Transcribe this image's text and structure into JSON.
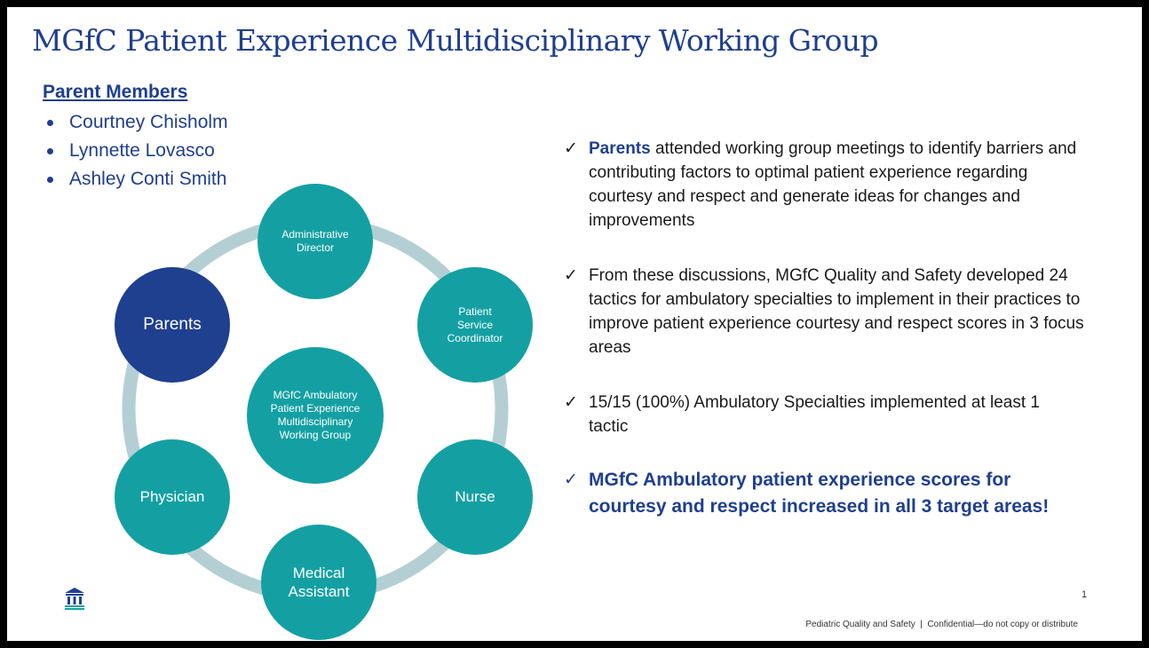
{
  "slide": {
    "title": "MGfC Patient Experience Multidisciplinary Working Group",
    "parent_members": {
      "heading": "Parent Members",
      "names": [
        "Courtney Chisholm",
        "Lynnette Lovasco",
        "Ashley Conti Smith"
      ]
    },
    "diagram": {
      "center": [
        "MGfC Ambulatory",
        "Patient Experience",
        "Multidisciplinary",
        "Working Group"
      ],
      "nodes": {
        "administrative_director": [
          "Administrative",
          "Director"
        ],
        "patient_service_coordinator": [
          "Patient",
          "Service",
          "Coordinator"
        ],
        "nurse": [
          "Nurse"
        ],
        "medical_assistant": [
          "Medical",
          "Assistant"
        ],
        "physician": [
          "Physician"
        ],
        "parents": [
          "Parents"
        ]
      }
    },
    "points": [
      {
        "emphasis": "Parents",
        "text": " attended working group meetings to identify barriers and contributing factors to optimal patient experience regarding courtesy and respect and generate ideas for changes and improvements"
      },
      {
        "text": "From these discussions, MGfC Quality and Safety developed 24 tactics for ambulatory specialties to implement in their practices to improve patient experience courtesy and respect scores in 3 focus areas"
      },
      {
        "text": "15/15 (100%) Ambulatory Specialties implemented at least 1 tactic"
      },
      {
        "text": "MGfC Ambulatory patient experience scores for courtesy and respect increased in all 3 target areas!"
      }
    ],
    "check_glyph": "✓",
    "page_number": "1",
    "footer": "Pediatric Quality and Safety  |  Confidential—do not copy or distribute",
    "colors": {
      "navy": "#1f3f8f",
      "teal": "#14a0a3",
      "ring": "#b4cfd3"
    },
    "logo_icon": "hospital-pillars-icon"
  }
}
